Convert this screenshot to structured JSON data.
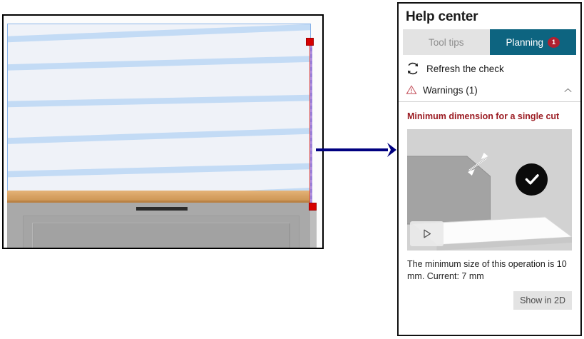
{
  "viewport": {
    "name": "3d-kitchen-viewport",
    "panel_fill": "#eff2f8",
    "panel_outline": "#8bb4e8",
    "grain_color": "#c3dbf5",
    "countertop_color": "#d8a263",
    "cabinet_color": "#a9a9a9",
    "selection_marker_color": "#d60000",
    "selection_edge_color": "#9a7fd8"
  },
  "arrow": {
    "name": "flow-arrow",
    "color": "#000080",
    "direction": "right"
  },
  "help": {
    "title": "Help center",
    "accent_color": "#0d6480",
    "tabs": [
      {
        "label": "Tool tips",
        "active": false,
        "badge": ""
      },
      {
        "label": "Planning",
        "active": true,
        "badge": "1"
      }
    ],
    "refresh": {
      "label": "Refresh the check",
      "icon": "refresh-icon"
    },
    "warnings_section": {
      "label": "Warnings (1)",
      "icon": "warning-triangle-icon",
      "collapse_icon": "chevron-up-icon",
      "expanded": true
    },
    "warning": {
      "heading": "Minimum dimension for a single cut",
      "description": "The minimum size of this operation is 10 mm. Current: 7 mm",
      "heading_color": "#9b1b22",
      "media": {
        "name": "cut-illustration",
        "play_icon": "play-icon",
        "status_icon": "check-circle-icon"
      },
      "action_button": "Show in 2D"
    }
  }
}
